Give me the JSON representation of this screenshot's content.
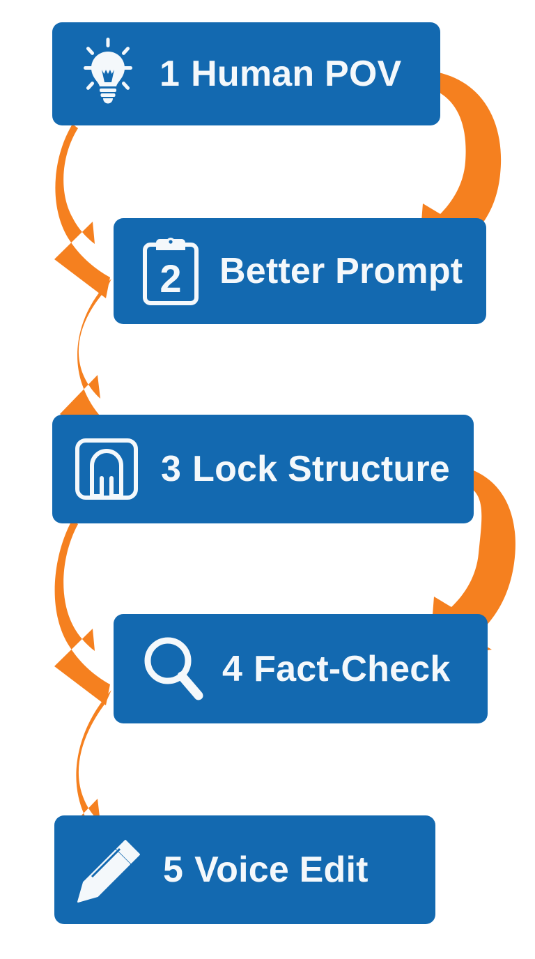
{
  "theme": {
    "background": "#ffffff",
    "box_fill": "#1369B0",
    "arrow_fill": "#F5801F",
    "text_color": "#F4F8FB"
  },
  "flow": {
    "type": "vertical-zigzag-process",
    "step_count": 5,
    "steps": [
      {
        "number": "1",
        "label": "Human POV",
        "icon": "lightbulb-icon",
        "align": "left",
        "number_in_icon": false
      },
      {
        "number": "2",
        "label": "Better Prompt",
        "icon": "clipboard-icon",
        "align": "right",
        "number_in_icon": true
      },
      {
        "number": "3",
        "label": "Lock Structure",
        "icon": "lock-bracket-icon",
        "align": "left",
        "number_in_icon": false
      },
      {
        "number": "4",
        "label": "Fact-Check",
        "icon": "magnifier-icon",
        "align": "right",
        "number_in_icon": false
      },
      {
        "number": "5",
        "label": "Voice Edit",
        "icon": "pencil-icon",
        "align": "left",
        "number_in_icon": false
      }
    ],
    "connectors": [
      {
        "from": "1",
        "to": "2",
        "side": "right",
        "name": "arrow-1-to-2-right"
      },
      {
        "from": "1",
        "to": "2",
        "side": "left",
        "name": "arrow-1-to-2-left"
      },
      {
        "from": "2",
        "to": "3",
        "side": "left",
        "name": "arrow-2-to-3-left"
      },
      {
        "from": "3",
        "to": "4",
        "side": "right",
        "name": "arrow-3-to-4-right"
      },
      {
        "from": "3",
        "to": "4",
        "side": "left",
        "name": "arrow-3-to-4-left"
      },
      {
        "from": "4",
        "to": "5",
        "side": "left",
        "name": "arrow-4-to-5-left"
      }
    ]
  }
}
